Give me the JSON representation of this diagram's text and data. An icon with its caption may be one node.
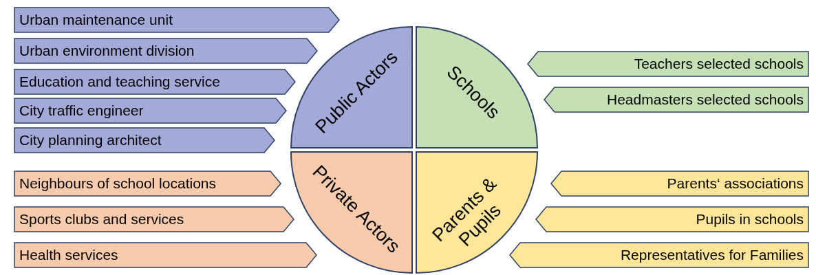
{
  "diagram": {
    "nodes": [
      {
        "text": [
          "Public Actors"
        ]
      },
      {
        "text": [
          "Schools"
        ]
      },
      {
        "text": [
          "Private Actors"
        ]
      },
      {
        "text": [
          "Parents & Pupils"
        ]
      },
      {
        "text": [
          "Urban maintenance unit"
        ]
      },
      {
        "text": [
          "Urban environment division"
        ]
      },
      {
        "text": [
          "Education and teaching service"
        ]
      },
      {
        "text": [
          "City traffic engineer"
        ]
      },
      {
        "text": [
          "City planning architect"
        ]
      },
      {
        "text": [
          "Teachers selected schools"
        ]
      },
      {
        "text": [
          "Headmasters selected schools"
        ]
      },
      {
        "text": [
          "Neighbours of school locations"
        ]
      },
      {
        "text": [
          "Sports clubs and services"
        ]
      },
      {
        "text": [
          "Health services"
        ]
      },
      {
        "text": [
          "Parents‘ associations"
        ]
      },
      {
        "text": [
          "Pupils in schools"
        ]
      },
      {
        "text": [
          "Representatives for Families"
        ]
      }
    ]
  }
}
